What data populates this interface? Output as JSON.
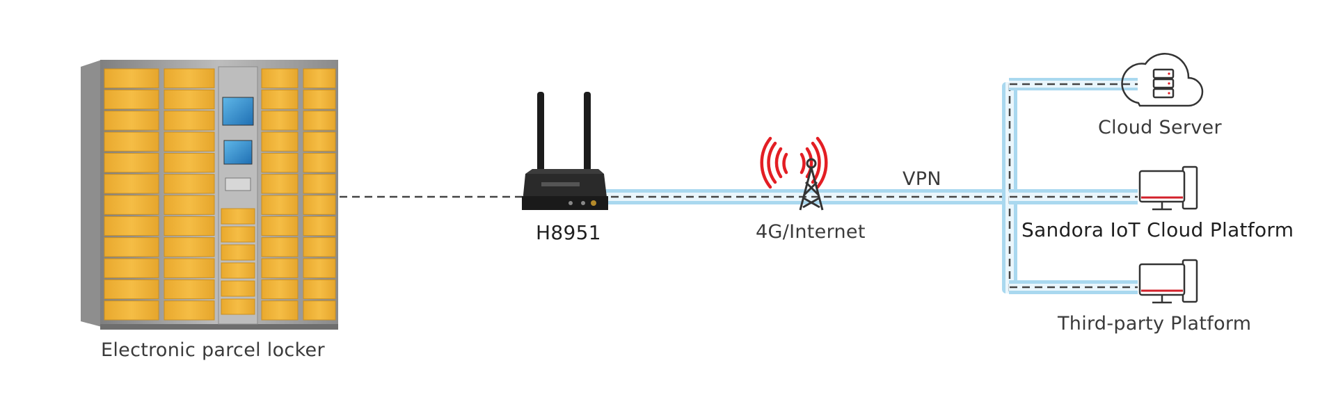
{
  "nodes": {
    "locker": {
      "label": "Electronic parcel locker"
    },
    "router": {
      "label": "H8951"
    },
    "tower": {
      "label": "4G/Internet"
    },
    "cloud_server": {
      "label": "Cloud Server"
    },
    "iot_platform": {
      "label": "Sandora IoT Cloud Platform"
    },
    "third_party": {
      "label": "Third-party Platform"
    }
  },
  "links": {
    "vpn_label": "VPN"
  },
  "colors": {
    "locker_panel": "#f2b53a",
    "locker_frame": "#9a9a9a",
    "router_body": "#222222",
    "tunnel_blue": "#a9d8ef",
    "signal_red": "#e31e24",
    "icon_stroke": "#333333",
    "monitor_accent": "#d3202a"
  }
}
